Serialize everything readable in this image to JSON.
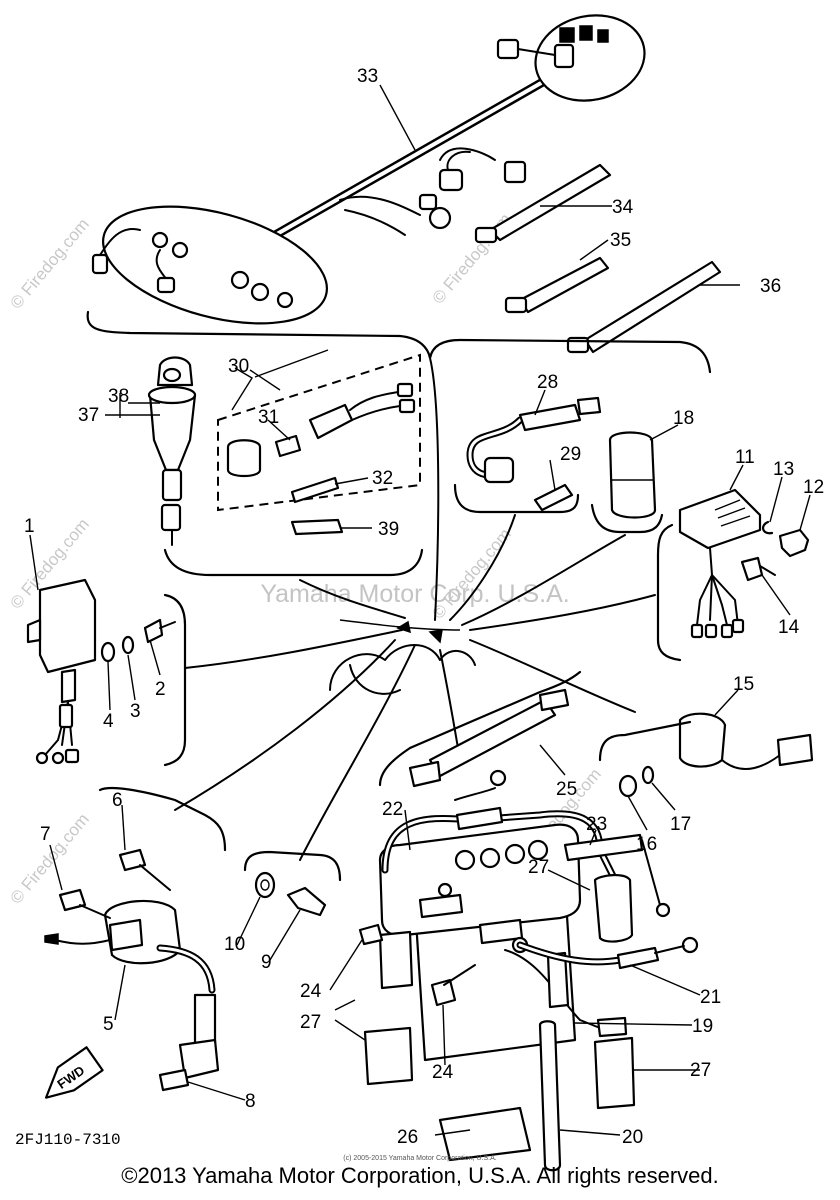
{
  "diagram_code": "2FJ110-7310",
  "fwd_arrow_label": "FWD",
  "watermark_center": "Yamaha Motor Corp. U.S.A.",
  "watermark_diagonal": "© Firedog.com",
  "fine_print": "(c) 2005-2015 Yamaha Motor Corporation, U.S.A.",
  "footer": "©2013 Yamaha Motor Corporation, U.S.A. All rights reserved.",
  "callouts": {
    "c1": "1",
    "c2": "2",
    "c3": "3",
    "c4": "4",
    "c5": "5",
    "c6": "6",
    "c7": "7",
    "c8": "8",
    "c9": "9",
    "c10": "10",
    "c11": "11",
    "c12": "12",
    "c13": "13",
    "c14": "14",
    "c15": "15",
    "c16": "16",
    "c17": "17",
    "c18": "18",
    "c19": "19",
    "c20": "20",
    "c21": "21",
    "c22": "22",
    "c23": "23",
    "c24a": "24",
    "c24b": "24",
    "c25": "25",
    "c26": "26",
    "c27a": "27",
    "c27b": "27",
    "c27c": "27",
    "c28": "28",
    "c29": "29",
    "c30": "30",
    "c31": "31",
    "c32": "32",
    "c33": "33",
    "c34": "34",
    "c35": "35",
    "c36": "36",
    "c37": "37",
    "c38": "38",
    "c39": "39"
  }
}
